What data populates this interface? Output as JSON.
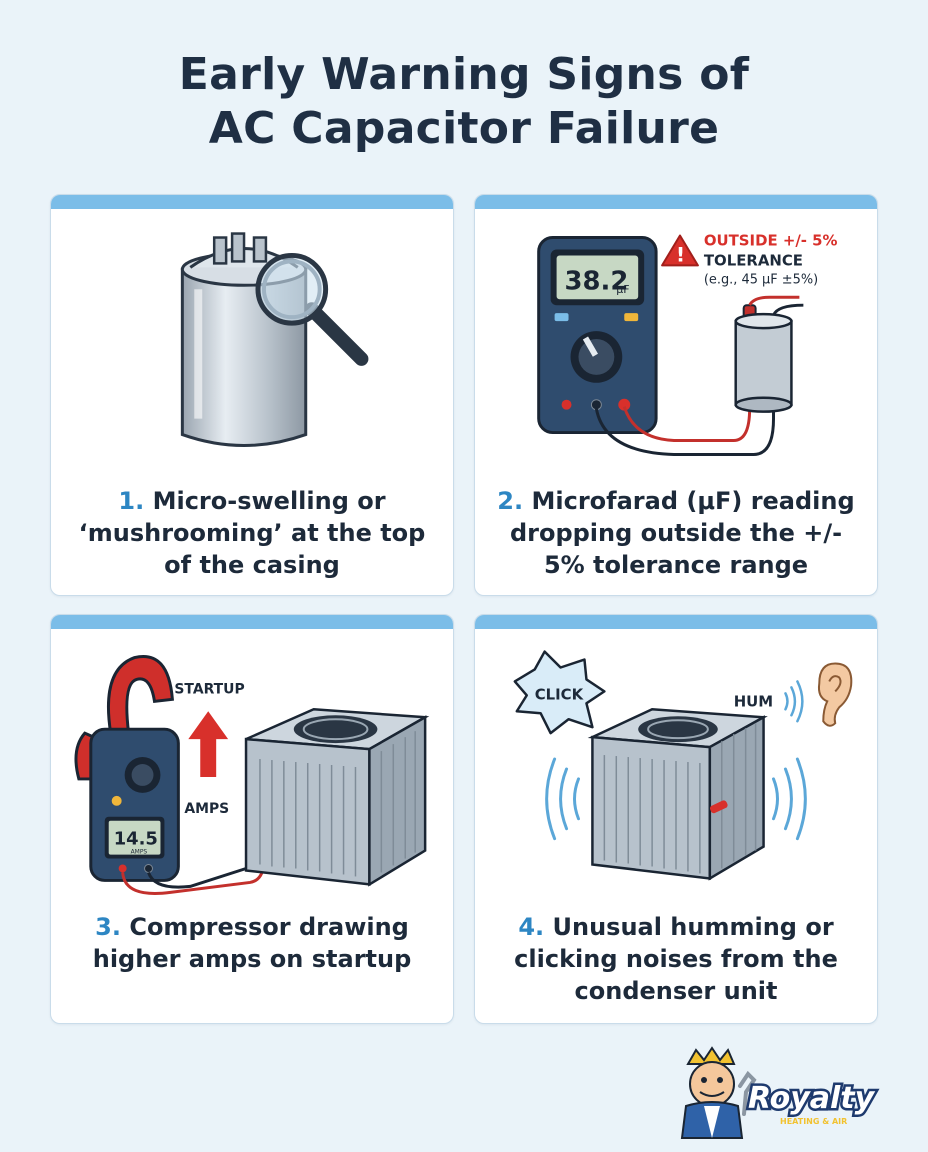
{
  "title_line1": "Early Warning Signs of",
  "title_line2": "AC Capacitor Failure",
  "cards": [
    {
      "num": "1.",
      "text_l1": "Micro-swelling or",
      "text_l2": "‘mushrooming’ at the top",
      "text_l3": "of the casing"
    },
    {
      "num": "2.",
      "text_l1": "Microfarad (μF) reading",
      "text_l2": "dropping outside the +/-",
      "text_l3": "5% tolerance range",
      "meter_reading": "38.2",
      "meter_unit": "μF",
      "warning_l1": "OUTSIDE +/- 5%",
      "warning_l2": "TOLERANCE",
      "warning_l3": "(e.g., 45 μF ±5%)"
    },
    {
      "num": "3.",
      "text_l1": "Compressor drawing",
      "text_l2": "higher amps on startup",
      "label_startup": "STARTUP",
      "label_amps": "AMPS",
      "clamp_reading": "14.5",
      "clamp_unit": "AMPS"
    },
    {
      "num": "4.",
      "text_l1": "Unusual humming or",
      "text_l2": "clicking noises from the",
      "text_l3": "condenser unit",
      "label_click": "CLICK",
      "label_hum": "HUM"
    }
  ],
  "logo": {
    "brand": "Royalty",
    "tagline": "HEATING & AIR"
  },
  "colors": {
    "background": "#eaf3f9",
    "card_header": "#7bbde8",
    "accent_blue": "#2d86c3",
    "warning_red": "#d8302b"
  }
}
